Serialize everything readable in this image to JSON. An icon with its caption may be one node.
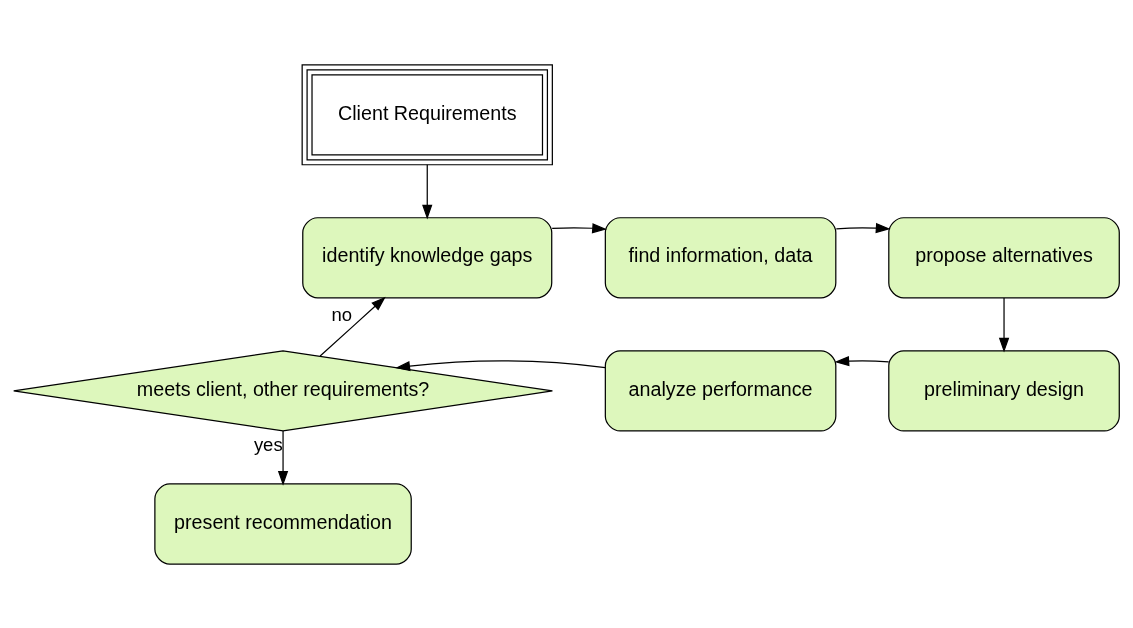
{
  "diagram": {
    "nodes": [
      {
        "text": [
          "Client Requirements"
        ]
      },
      {
        "text": [
          "identify knowledge gaps"
        ]
      },
      {
        "text": [
          "find information, data"
        ]
      },
      {
        "text": [
          "propose alternatives"
        ]
      },
      {
        "text": [
          "preliminary design"
        ]
      },
      {
        "text": [
          "analyze performance"
        ]
      },
      {
        "text": [
          "meets client, other requirements?"
        ]
      },
      {
        "text": [
          "present recommendation"
        ]
      }
    ],
    "edges": [
      {
        "from": 0,
        "to": 1,
        "arrow": "to"
      },
      {
        "from": 1,
        "to": 2,
        "arrow": "to"
      },
      {
        "from": 2,
        "to": 3,
        "arrow": "to"
      },
      {
        "from": 3,
        "to": 4,
        "arrow": "to"
      },
      {
        "from": 4,
        "to": 5,
        "arrow": "to"
      },
      {
        "from": 5,
        "to": 6,
        "arrow": "to"
      },
      {
        "from": 6,
        "to": 1,
        "arrow": "to",
        "label": "no"
      },
      {
        "from": 6,
        "to": 7,
        "arrow": "to",
        "label": "yes"
      }
    ]
  }
}
